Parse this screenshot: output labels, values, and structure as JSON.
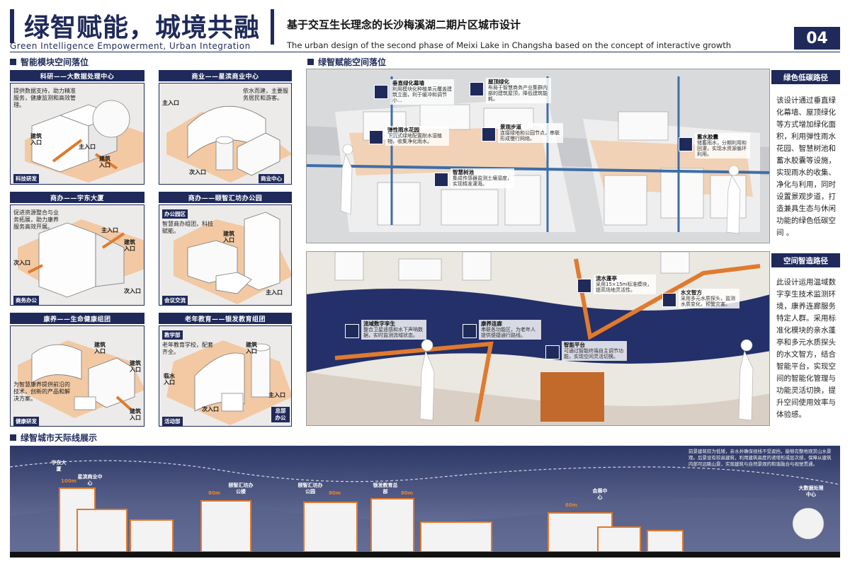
{
  "header": {
    "title": "绿智赋能，城境共融",
    "subtitle_en": "Green Intelligence Empowerment, Urban Integration",
    "project_cn": "基于交互生长理念的长沙梅溪湖二期片区城市设计",
    "project_en": "The urban design of the second phase of Meixi Lake in Changsha based on the concept of interactive growth",
    "page_number": "04"
  },
  "sections": {
    "modules": "智能模块空间落位",
    "green_space": "绿智赋能空间落位",
    "skyline": "绿智城市天际线展示"
  },
  "modules": [
    {
      "title": "科研——大数据处理中心",
      "desc": "提供数据支持，助力精准服务，健康监测和高效管理。",
      "tag": "科技研发",
      "entrances": [
        "建筑入口",
        "建筑入口",
        "主入口"
      ]
    },
    {
      "title": "商业——星滨商业中心",
      "desc": "依水而建，主要服务居民和游客。",
      "tag": "商业中心",
      "entrances": [
        "主入口",
        "次入口"
      ]
    },
    {
      "title": "商办——宇东大厦",
      "desc": "促进资源整合与业务拓展，助力康养服务高效开展。",
      "tag": "商务办公",
      "entrances": [
        "主入口",
        "建筑入口",
        "次入口",
        "次入口"
      ]
    },
    {
      "title": "商办——颐智汇坊办公园",
      "desc": "智慧商办组团，科技赋能。",
      "tag": "会议交流",
      "subtag": "办公园区",
      "entrances": [
        "建筑入口",
        "主入口"
      ]
    },
    {
      "title": "康养——生命健康组团",
      "desc": "为智慧康养提供前沿的技术，创新的产品和解决方案。",
      "tag": "健康研发",
      "entrances": [
        "建筑入口",
        "建筑入口",
        "建筑入口"
      ]
    },
    {
      "title": "老年教育——银发教育组团",
      "desc": "老年教育学校，配套齐全。",
      "tag": "活动部",
      "subtag": "教学部",
      "corner_tag": "总部办公",
      "entrances": [
        "建筑入口",
        "临水入口",
        "次入口",
        "主入口"
      ]
    }
  ],
  "green_panel": {
    "head": "绿色低碳路径",
    "text": "该设计通过垂直绿化幕墙、屋顶绿化等方式增加绿化面积，利用弹性雨水花园、智慧树池和蓄水胶囊等设施，实现雨水的收集、净化与利用，同时设置景观步道，打造兼具生态与休闲功能的绿色低碳空间 。",
    "labels": [
      {
        "title": "垂直绿化幕墙",
        "text": "利用模块化种植单元覆盖建筑立面，利于缓冲和调节小..."
      },
      {
        "title": "屋顶绿化",
        "text": "布局于智慧商务产业集群内部的建筑屋顶，降低建筑能耗。"
      },
      {
        "title": "弹性雨水花园",
        "text": "下沉式绿地配置耐水湿植物，收集净化雨水。"
      },
      {
        "title": "景观步道",
        "text": "连接绿地和公园节点，串联形成慢行网络。"
      },
      {
        "title": "智慧树池",
        "text": "集成传感器监测土壤湿度，实现精准灌溉。"
      },
      {
        "title": "蓄水胶囊",
        "text": "储蓄雨水，分期利用和回灌，实现水资源循环利用。"
      }
    ]
  },
  "smart_panel": {
    "head": "空间智造路径",
    "text": "此设计运用温域数字孪生技术监测环境，康养连廊服务特定人群。采用标准化模块的亲水蓬亭和多元水质探头的水文智方，结合智能平台，实现空间的智能化管理与功能灵活切换，提升空间使用效率与体验感。",
    "labels": [
      {
        "title": "流水蓬亭",
        "text": "采用15×15m标准模块，提高场地灵活性。"
      },
      {
        "title": "水文智方",
        "text": "采用多元水质探头，监测水质变化，预警灾害。"
      },
      {
        "title": "流域数字孪生",
        "text": "整合卫星遥感和水下声呐数据，实时监测流域状态。"
      },
      {
        "title": "康养连廊",
        "text": "串联各功能区，为老年人提供便捷通行路线。"
      },
      {
        "title": "智能平台",
        "text": "可通过智能终端自主调节功能，实现空间灵活切换。"
      }
    ]
  },
  "skyline": {
    "note": "前景建筑较为低矮，亲水并确保视线不受遮挡，能够完整地观赏山水景观。后景设有较高建筑，利用建筑高度的递增形成层次感，保障从建筑内部可远眺山景，实现建筑与自然景观的和谐融合与视觉贯通。",
    "labels": [
      {
        "name": "宇东大厦",
        "height": ""
      },
      {
        "name": "星滨商业中心",
        "height": "100m"
      },
      {
        "name": "颐智汇坊办公楼",
        "height": "80m"
      },
      {
        "name": "颐智汇坊办公园",
        "height": "80m"
      },
      {
        "name": "银发教育总部",
        "height": "80m"
      },
      {
        "name": "会展中心",
        "height": "60m"
      },
      {
        "name": "大数据处理中心",
        "height": ""
      }
    ]
  }
}
